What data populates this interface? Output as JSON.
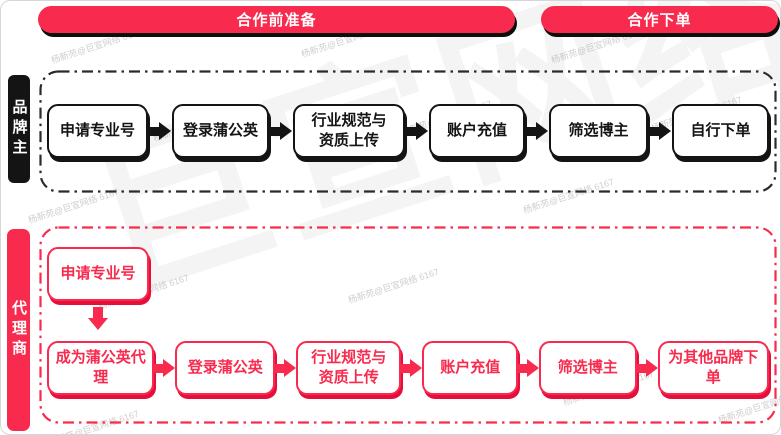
{
  "banners": {
    "preparation": "合作前准备",
    "ordering": "合作下单"
  },
  "lanes": {
    "brand": {
      "label": "品牌主",
      "steps": [
        "申请专业号",
        "登录蒲公英",
        "行业规范与\n资质上传",
        "账户充值",
        "筛选博主",
        "自行下单"
      ]
    },
    "agent": {
      "label": "代理商",
      "entry_step": "申请专业号",
      "steps": [
        "成为蒲公英代理",
        "登录蒲公英",
        "行业规范与\n资质上传",
        "账户充值",
        "筛选博主",
        "为其他品牌下单"
      ]
    }
  },
  "watermark": {
    "large": "巨宣网络",
    "small": "杨新苑@巨宣网络 6167"
  },
  "colors": {
    "accent_red": "#f82a4d",
    "red_shadow": "#e80e3c",
    "ink_black": "#141414"
  }
}
